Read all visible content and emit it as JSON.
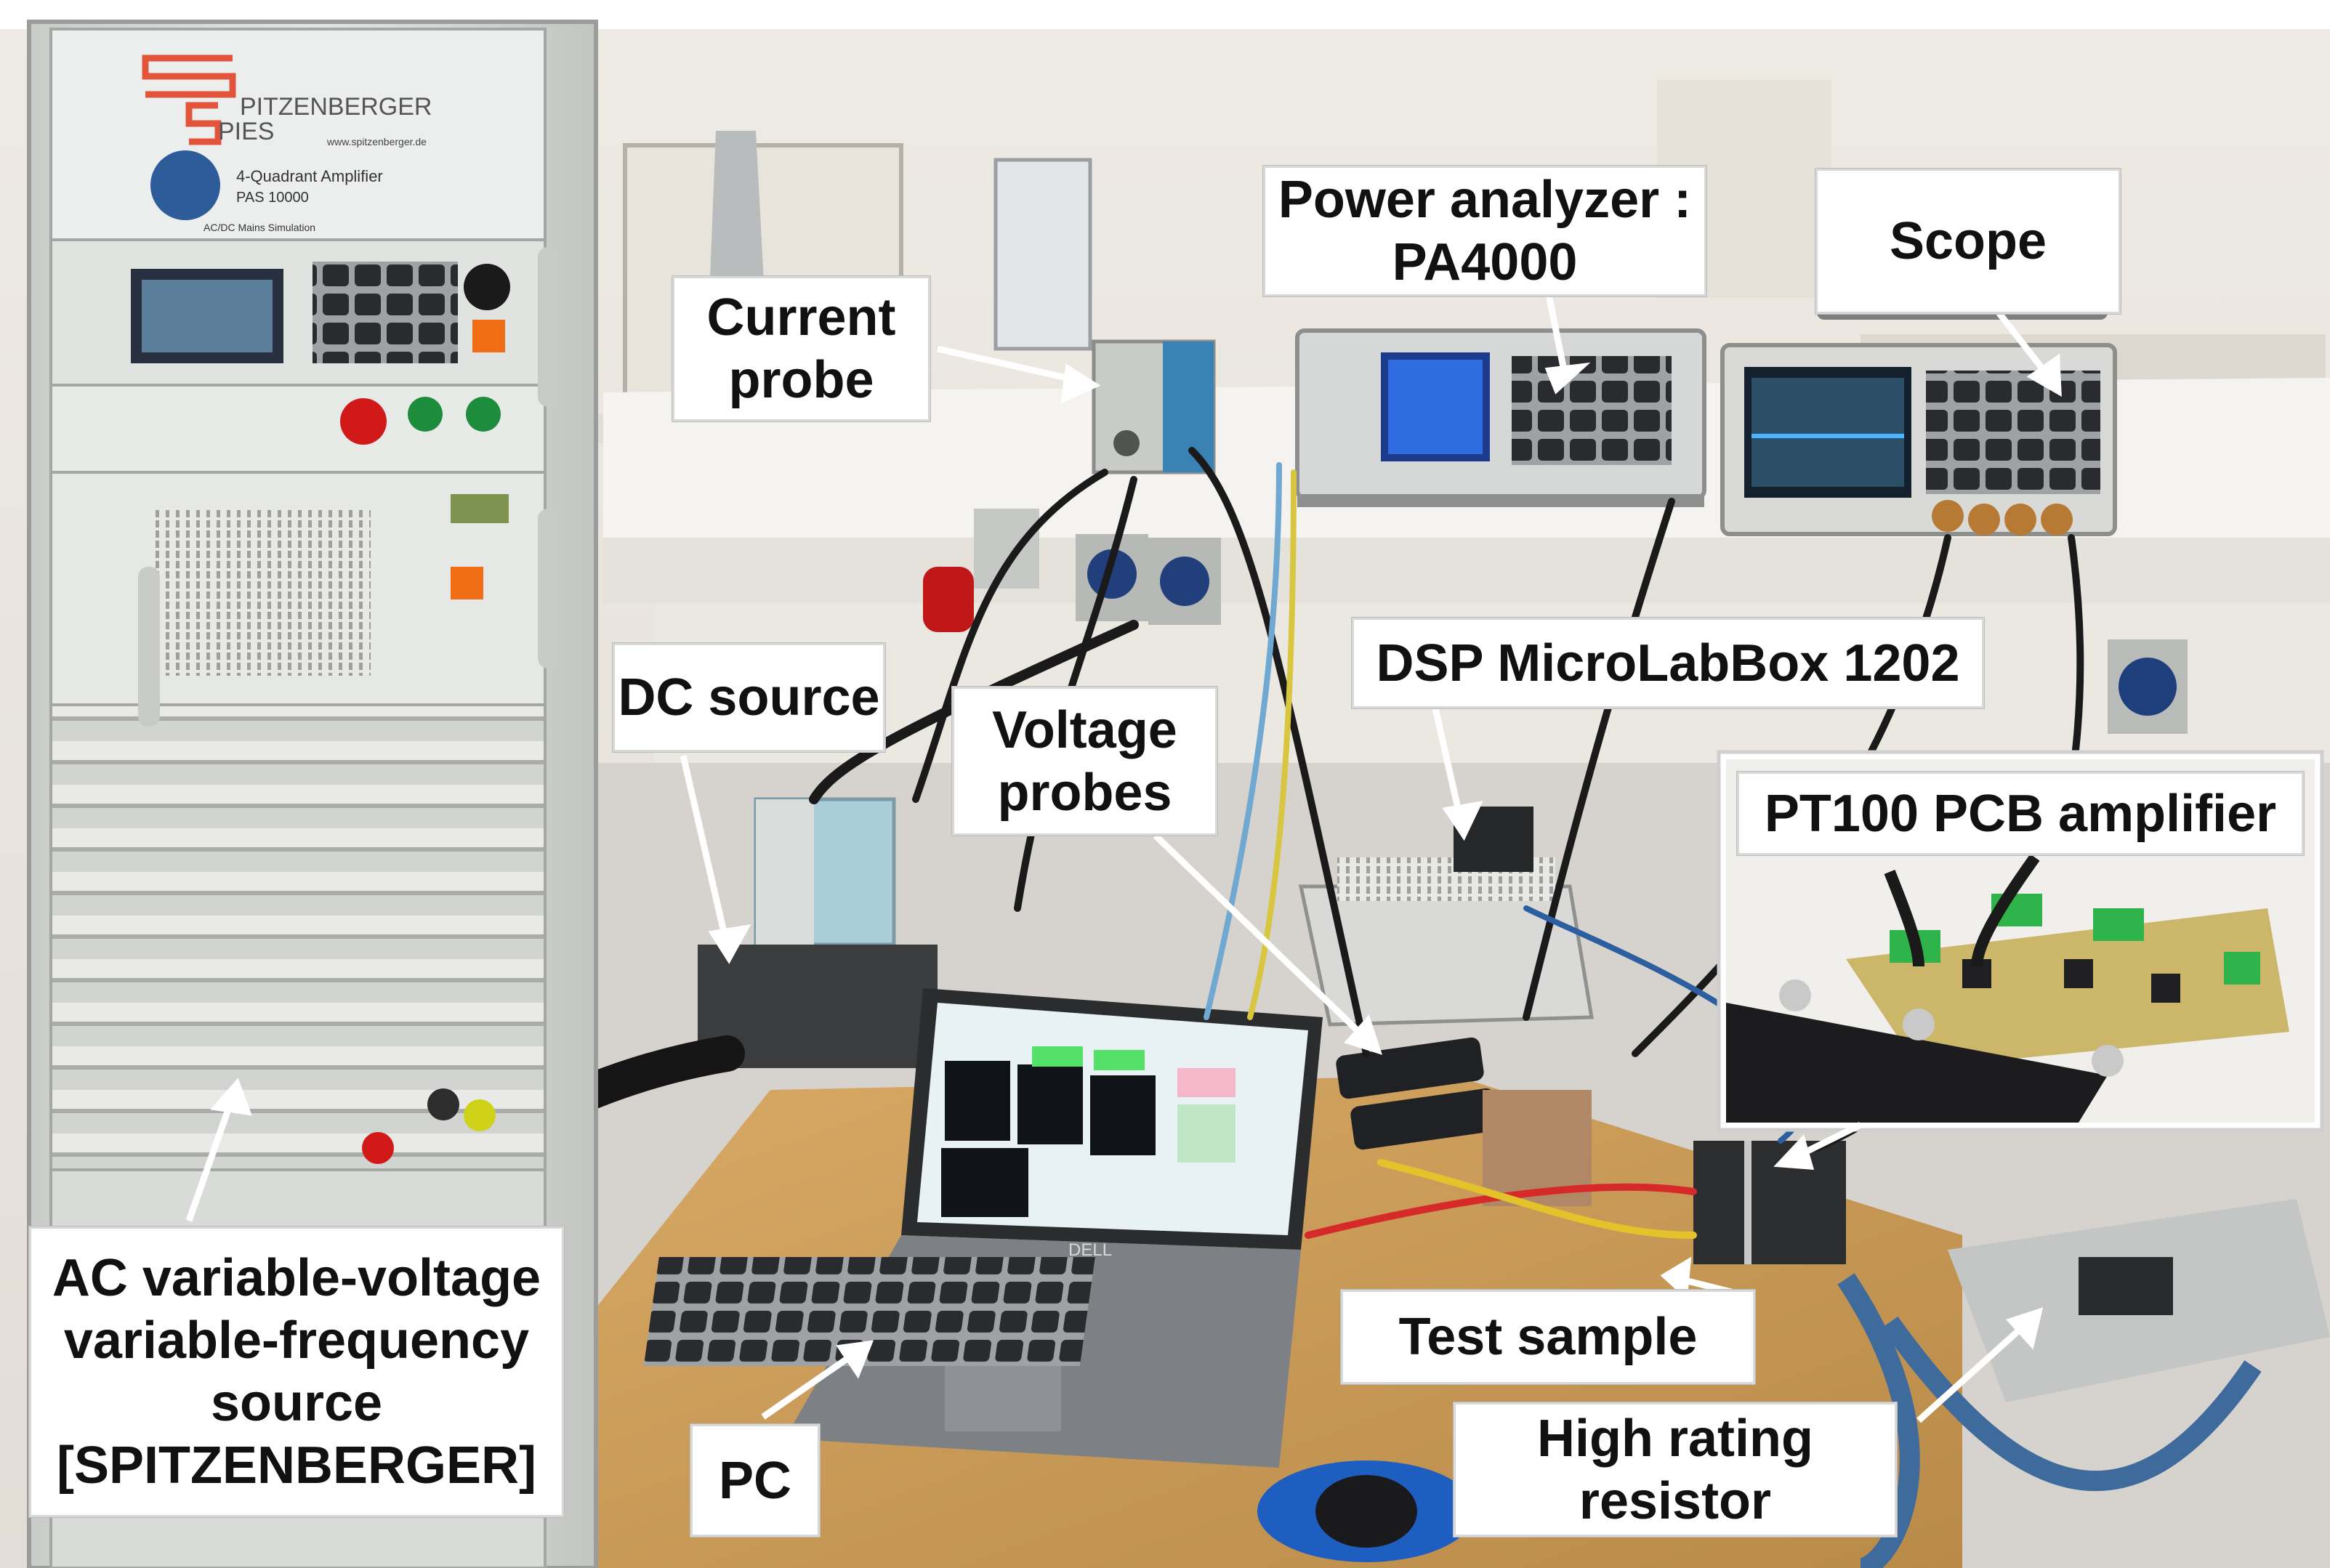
{
  "labels": {
    "power_analyzer": [
      "Power analyzer :",
      "PA4000"
    ],
    "scope": [
      "Scope"
    ],
    "current_probe": [
      "Current",
      "probe"
    ],
    "dc_source": [
      "DC source"
    ],
    "voltage_probes": [
      "Voltage",
      "probes"
    ],
    "dsp": [
      "DSP MicroLabBox 1202"
    ],
    "pt100": [
      "PT100 PCB amplifier"
    ],
    "ac_source": [
      "AC variable-voltage",
      "variable-frequency",
      "source",
      "[SPITZENBERGER]"
    ],
    "test_sample": [
      "Test sample"
    ],
    "resistor": [
      "High rating",
      "resistor"
    ],
    "pc": [
      "PC"
    ]
  },
  "equipment_branding": {
    "amplifier_brand_1": "PITZENBERGER",
    "amplifier_brand_2": "PIES",
    "amplifier_url": "www.spitzenberger.de",
    "amplifier_model_line1": "4-Quadrant Amplifier",
    "amplifier_model_line2": "PAS 10000",
    "amplifier_model_line3": "AC/DC Mains Simulation",
    "laptop_brand": "DELL"
  },
  "colors": {
    "wall": "#ece8e2",
    "bench": "#f4f2ee",
    "desk": "#c89a55",
    "rack": "#d7d9d6",
    "brand_red": "#e2553b",
    "brand_blue": "#2e5c9a",
    "pcb": "#c8b26a"
  }
}
